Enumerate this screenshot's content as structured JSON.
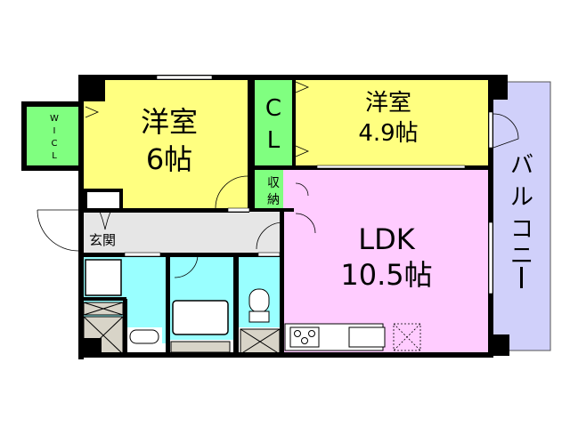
{
  "floorplan": {
    "colors": {
      "western_room": "#ffff80",
      "storage": "#80ff80",
      "ldk": "#ffccff",
      "wet_area": "#99ffff",
      "hallway": "#e6e6e6",
      "balcony": "#d0d0fa",
      "pipe_space": "#d8d4c8",
      "wall": "#000000"
    },
    "rooms": {
      "western1": {
        "name": "洋室",
        "size": "6帖"
      },
      "western2": {
        "name": "洋室",
        "size": "4.9帖"
      },
      "ldk": {
        "name": "LDK",
        "size": "10.5帖"
      },
      "wicl": {
        "chars": [
          "W",
          "I",
          "C",
          "L"
        ]
      },
      "cl": {
        "chars": [
          "C",
          "L"
        ]
      },
      "storage": {
        "line1": "収",
        "line2": "納"
      },
      "entrance": {
        "name": "玄関"
      },
      "balcony": {
        "chars": [
          "バ",
          "ル",
          "コ",
          "ニ",
          "ー"
        ]
      }
    }
  }
}
